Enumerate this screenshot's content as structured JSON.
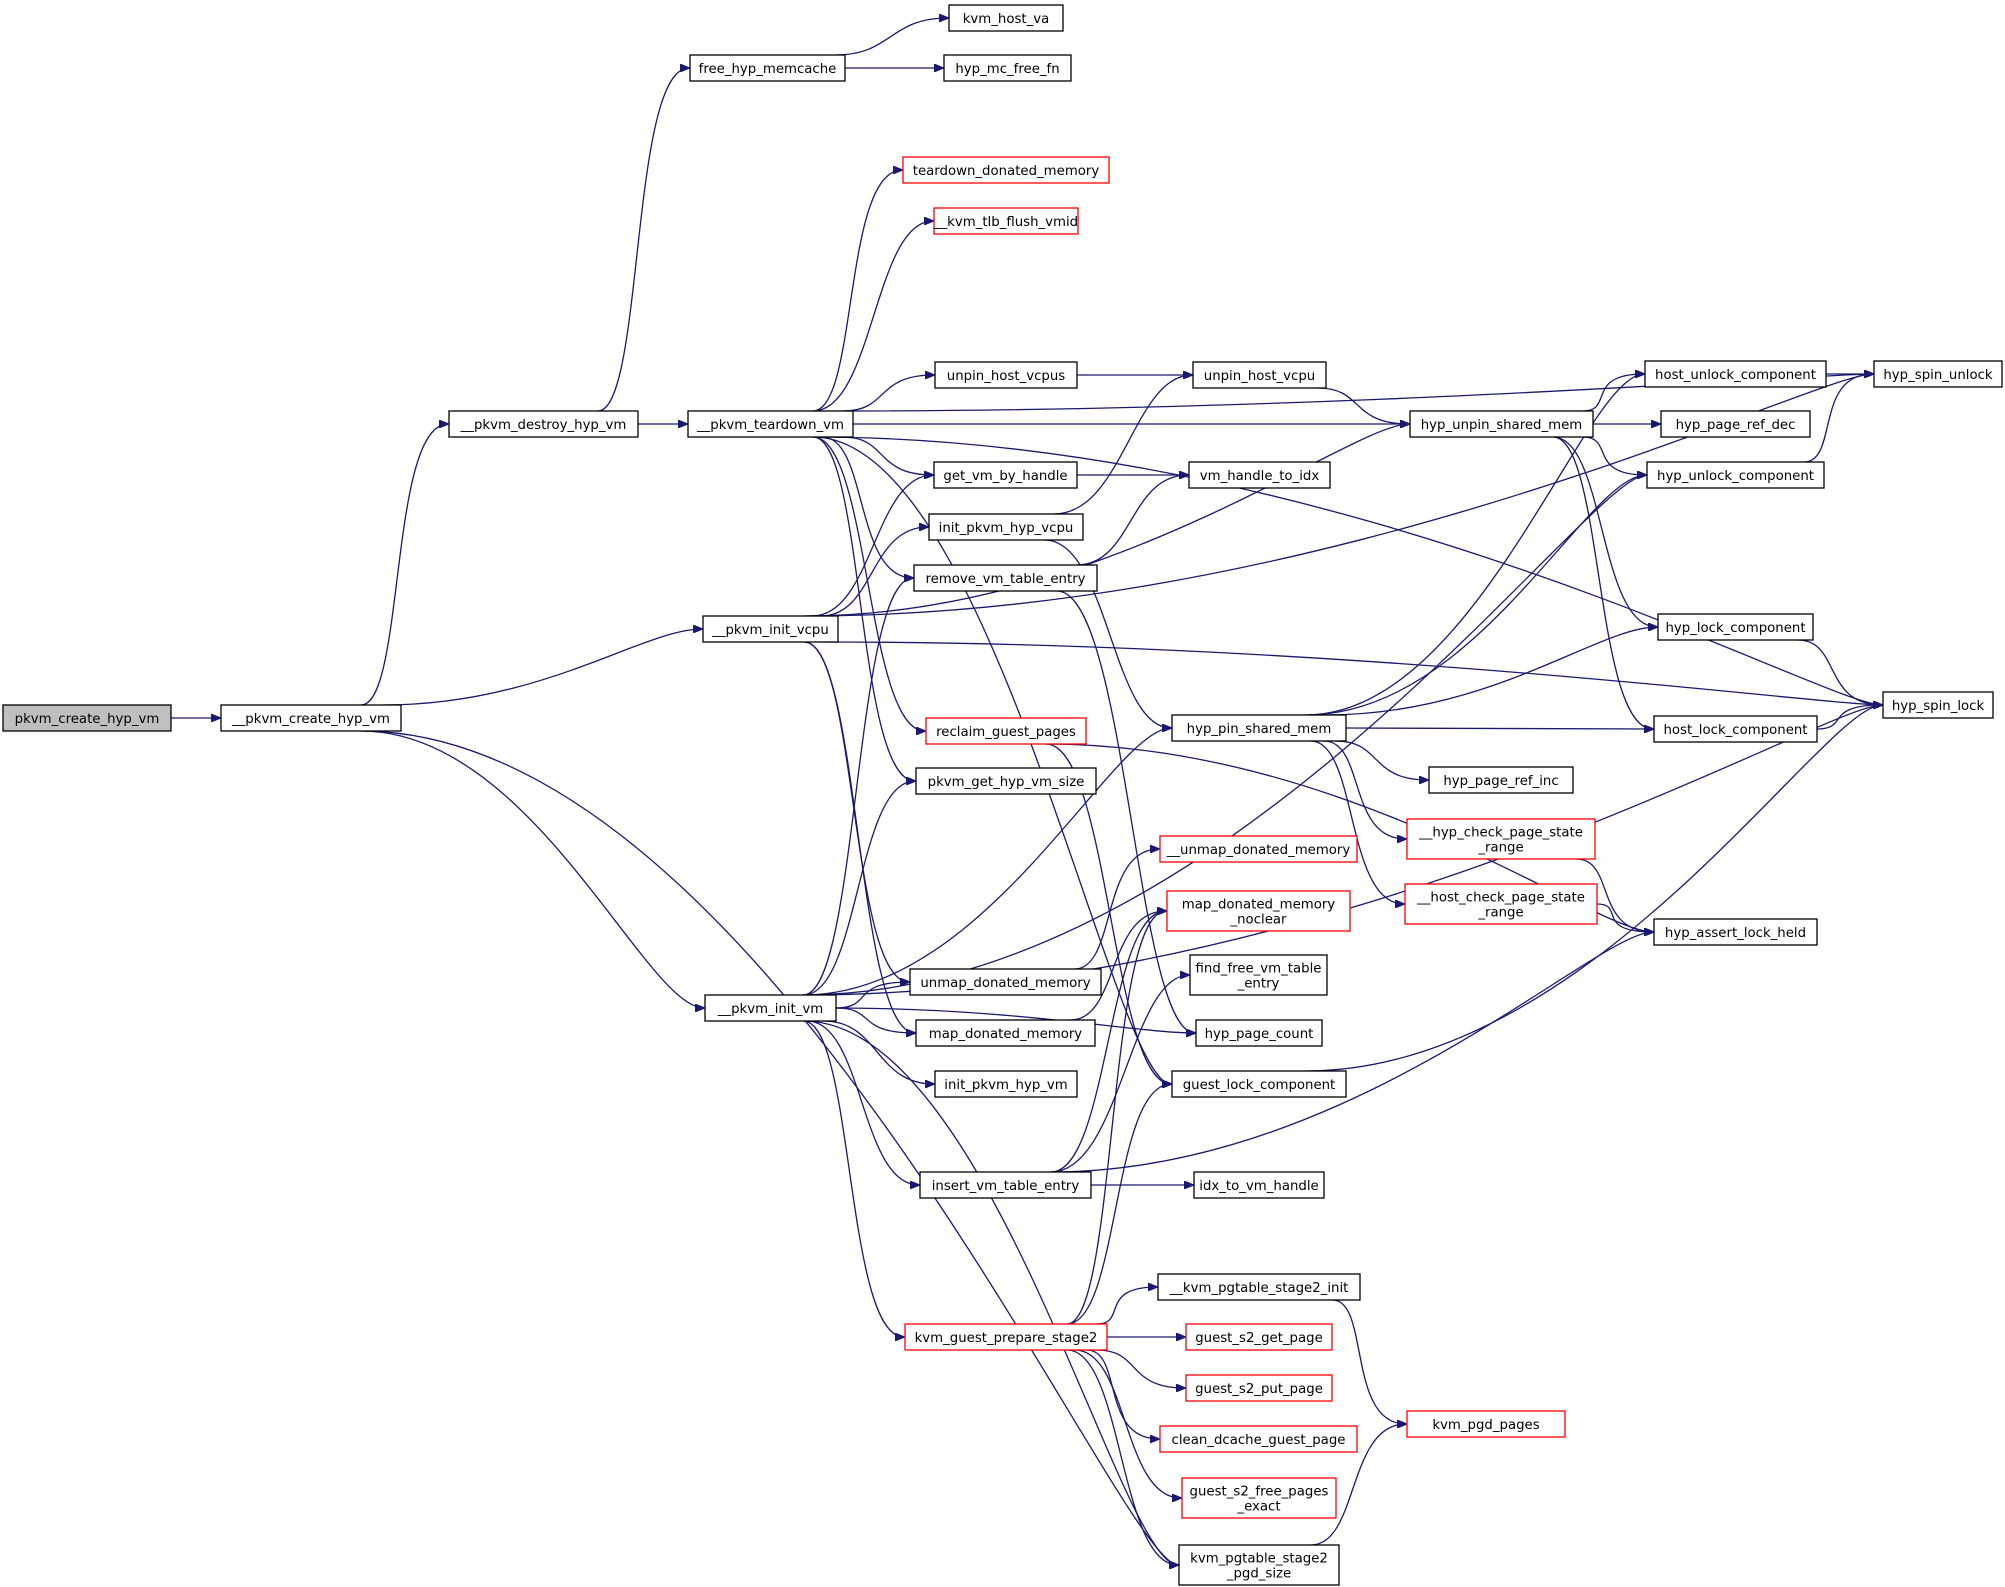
{
  "graph": {
    "edge_color": "#191970",
    "missing_border_color": "#ff0000",
    "root_fill_color": "#bfbfbf",
    "nodes": [
      {
        "id": "root",
        "lines": [
          "pkvm_create_hyp_vm"
        ],
        "style": "root"
      },
      {
        "id": "n_create",
        "lines": [
          "__pkvm_create_hyp_vm"
        ],
        "style": "normal"
      },
      {
        "id": "n_destroy",
        "lines": [
          "__pkvm_destroy_hyp_vm"
        ],
        "style": "normal"
      },
      {
        "id": "n_init_vcpu",
        "lines": [
          "__pkvm_init_vcpu"
        ],
        "style": "normal"
      },
      {
        "id": "n_init_vm",
        "lines": [
          "__pkvm_init_vm"
        ],
        "style": "normal"
      },
      {
        "id": "n_free_memcache",
        "lines": [
          "free_hyp_memcache"
        ],
        "style": "normal"
      },
      {
        "id": "n_host_va",
        "lines": [
          "kvm_host_va"
        ],
        "style": "normal"
      },
      {
        "id": "n_mc_free",
        "lines": [
          "hyp_mc_free_fn"
        ],
        "style": "normal"
      },
      {
        "id": "n_teardown_vm",
        "lines": [
          "__pkvm_teardown_vm"
        ],
        "style": "normal"
      },
      {
        "id": "n_teardown_donated",
        "lines": [
          "teardown_donated_memory"
        ],
        "style": "missing"
      },
      {
        "id": "n_tlb_flush",
        "lines": [
          "__kvm_tlb_flush_vmid"
        ],
        "style": "missing"
      },
      {
        "id": "n_unpin_vcpus",
        "lines": [
          "unpin_host_vcpus"
        ],
        "style": "normal"
      },
      {
        "id": "n_unpin_vcpu",
        "lines": [
          "unpin_host_vcpu"
        ],
        "style": "normal"
      },
      {
        "id": "n_get_vm",
        "lines": [
          "get_vm_by_handle"
        ],
        "style": "normal"
      },
      {
        "id": "n_vm_handle_idx",
        "lines": [
          "vm_handle_to_idx"
        ],
        "style": "normal"
      },
      {
        "id": "n_init_hyp_vcpu",
        "lines": [
          "init_pkvm_hyp_vcpu"
        ],
        "style": "normal"
      },
      {
        "id": "n_remove_entry",
        "lines": [
          "remove_vm_table_entry"
        ],
        "style": "normal"
      },
      {
        "id": "n_reclaim",
        "lines": [
          "reclaim_guest_pages"
        ],
        "style": "missing"
      },
      {
        "id": "n_vm_size",
        "lines": [
          "pkvm_get_hyp_vm_size"
        ],
        "style": "normal"
      },
      {
        "id": "n_unmap_donated",
        "lines": [
          "unmap_donated_memory"
        ],
        "style": "normal"
      },
      {
        "id": "n_map_donated",
        "lines": [
          "map_donated_memory"
        ],
        "style": "normal"
      },
      {
        "id": "n_init_hyp_vm",
        "lines": [
          "init_pkvm_hyp_vm"
        ],
        "style": "normal"
      },
      {
        "id": "n_insert_entry",
        "lines": [
          "insert_vm_table_entry"
        ],
        "style": "normal"
      },
      {
        "id": "n_prepare_stage2",
        "lines": [
          "kvm_guest_prepare_stage2"
        ],
        "style": "missing"
      },
      {
        "id": "n_unmap_donated_raw",
        "lines": [
          "__unmap_donated_memory"
        ],
        "style": "missing"
      },
      {
        "id": "n_map_noclear",
        "lines": [
          "map_donated_memory",
          "_noclear"
        ],
        "style": "missing"
      },
      {
        "id": "n_find_free",
        "lines": [
          "find_free_vm_table",
          "_entry"
        ],
        "style": "normal"
      },
      {
        "id": "n_page_count",
        "lines": [
          "hyp_page_count"
        ],
        "style": "normal"
      },
      {
        "id": "n_guest_lock",
        "lines": [
          "guest_lock_component"
        ],
        "style": "normal"
      },
      {
        "id": "n_idx_handle",
        "lines": [
          "idx_to_vm_handle"
        ],
        "style": "normal"
      },
      {
        "id": "n_pgtable_init",
        "lines": [
          "__kvm_pgtable_stage2_init"
        ],
        "style": "normal"
      },
      {
        "id": "n_s2_get",
        "lines": [
          "guest_s2_get_page"
        ],
        "style": "missing"
      },
      {
        "id": "n_s2_put",
        "lines": [
          "guest_s2_put_page"
        ],
        "style": "missing"
      },
      {
        "id": "n_clean_dcache",
        "lines": [
          "clean_dcache_guest_page"
        ],
        "style": "missing"
      },
      {
        "id": "n_s2_free",
        "lines": [
          "guest_s2_free_pages",
          "_exact"
        ],
        "style": "missing"
      },
      {
        "id": "n_pgd_size",
        "lines": [
          "kvm_pgtable_stage2",
          "_pgd_size"
        ],
        "style": "normal"
      },
      {
        "id": "n_pin_shared",
        "lines": [
          "hyp_pin_shared_mem"
        ],
        "style": "normal"
      },
      {
        "id": "n_unpin_shared",
        "lines": [
          "hyp_unpin_shared_mem"
        ],
        "style": "normal"
      },
      {
        "id": "n_ref_inc",
        "lines": [
          "hyp_page_ref_inc"
        ],
        "style": "normal"
      },
      {
        "id": "n_hyp_check",
        "lines": [
          "__hyp_check_page_state",
          "_range"
        ],
        "style": "missing"
      },
      {
        "id": "n_host_check",
        "lines": [
          "__host_check_page_state",
          "_range"
        ],
        "style": "missing"
      },
      {
        "id": "n_pgd_pages",
        "lines": [
          "kvm_pgd_pages"
        ],
        "style": "missing"
      },
      {
        "id": "n_host_unlock",
        "lines": [
          "host_unlock_component"
        ],
        "style": "normal"
      },
      {
        "id": "n_ref_dec",
        "lines": [
          "hyp_page_ref_dec"
        ],
        "style": "normal"
      },
      {
        "id": "n_hyp_unlock",
        "lines": [
          "hyp_unlock_component"
        ],
        "style": "normal"
      },
      {
        "id": "n_hyp_lock",
        "lines": [
          "hyp_lock_component"
        ],
        "style": "normal"
      },
      {
        "id": "n_host_lock",
        "lines": [
          "host_lock_component"
        ],
        "style": "normal"
      },
      {
        "id": "n_assert_lock",
        "lines": [
          "hyp_assert_lock_held"
        ],
        "style": "normal"
      },
      {
        "id": "n_spin_unlock",
        "lines": [
          "hyp_spin_unlock"
        ],
        "style": "normal"
      },
      {
        "id": "n_spin_lock",
        "lines": [
          "hyp_spin_lock"
        ],
        "style": "normal"
      }
    ],
    "edges": [
      [
        "root",
        "n_create"
      ],
      [
        "n_create",
        "n_destroy"
      ],
      [
        "n_create",
        "n_init_vcpu"
      ],
      [
        "n_create",
        "n_init_vm"
      ],
      [
        "n_create",
        "n_pgd_size"
      ],
      [
        "n_destroy",
        "n_free_memcache"
      ],
      [
        "n_destroy",
        "n_teardown_vm"
      ],
      [
        "n_free_memcache",
        "n_host_va"
      ],
      [
        "n_free_memcache",
        "n_mc_free"
      ],
      [
        "n_teardown_vm",
        "n_spin_unlock"
      ],
      [
        "n_teardown_vm",
        "n_teardown_donated"
      ],
      [
        "n_teardown_vm",
        "n_tlb_flush"
      ],
      [
        "n_teardown_vm",
        "n_unpin_vcpus"
      ],
      [
        "n_teardown_vm",
        "n_get_vm"
      ],
      [
        "n_teardown_vm",
        "n_remove_entry"
      ],
      [
        "n_teardown_vm",
        "n_reclaim"
      ],
      [
        "n_teardown_vm",
        "n_vm_size"
      ],
      [
        "n_teardown_vm",
        "n_spin_lock"
      ],
      [
        "n_teardown_vm",
        "n_unpin_shared"
      ],
      [
        "n_teardown_vm",
        "n_guest_lock"
      ],
      [
        "n_unpin_vcpus",
        "n_unpin_vcpu"
      ],
      [
        "n_unpin_vcpu",
        "n_unpin_shared"
      ],
      [
        "n_get_vm",
        "n_vm_handle_idx"
      ],
      [
        "n_init_hyp_vcpu",
        "n_unpin_vcpu"
      ],
      [
        "n_init_hyp_vcpu",
        "n_pin_shared"
      ],
      [
        "n_remove_entry",
        "n_vm_handle_idx"
      ],
      [
        "n_remove_entry",
        "n_page_count"
      ],
      [
        "n_init_vcpu",
        "n_init_hyp_vcpu"
      ],
      [
        "n_init_vcpu",
        "n_get_vm"
      ],
      [
        "n_init_vcpu",
        "n_spin_unlock"
      ],
      [
        "n_init_vcpu",
        "n_spin_lock"
      ],
      [
        "n_init_vcpu",
        "n_unmap_donated"
      ],
      [
        "n_init_vcpu",
        "n_map_donated"
      ],
      [
        "n_init_vcpu",
        "n_unpin_shared"
      ],
      [
        "n_init_vm",
        "n_remove_entry"
      ],
      [
        "n_init_vm",
        "n_vm_size"
      ],
      [
        "n_init_vm",
        "n_unmap_donated"
      ],
      [
        "n_init_vm",
        "n_map_donated"
      ],
      [
        "n_init_vm",
        "n_init_hyp_vm"
      ],
      [
        "n_init_vm",
        "n_insert_entry"
      ],
      [
        "n_init_vm",
        "n_prepare_stage2"
      ],
      [
        "n_init_vm",
        "n_pgd_size"
      ],
      [
        "n_init_vm",
        "n_pin_shared"
      ],
      [
        "n_init_vm",
        "n_hyp_unlock"
      ],
      [
        "n_init_vm",
        "n_page_count"
      ],
      [
        "n_init_vm",
        "n_spin_lock"
      ],
      [
        "n_unmap_donated",
        "n_unmap_donated_raw"
      ],
      [
        "n_map_donated",
        "n_map_noclear"
      ],
      [
        "n_insert_entry",
        "n_idx_handle"
      ],
      [
        "n_insert_entry",
        "n_find_free"
      ],
      [
        "n_insert_entry",
        "n_assert_lock"
      ],
      [
        "n_insert_entry",
        "n_map_noclear"
      ],
      [
        "n_prepare_stage2",
        "n_pgtable_init"
      ],
      [
        "n_prepare_stage2",
        "n_s2_get"
      ],
      [
        "n_prepare_stage2",
        "n_s2_put"
      ],
      [
        "n_prepare_stage2",
        "n_clean_dcache"
      ],
      [
        "n_prepare_stage2",
        "n_s2_free"
      ],
      [
        "n_prepare_stage2",
        "n_pgd_size"
      ],
      [
        "n_prepare_stage2",
        "n_guest_lock"
      ],
      [
        "n_prepare_stage2",
        "n_map_noclear"
      ],
      [
        "n_reclaim",
        "n_assert_lock"
      ],
      [
        "n_reclaim",
        "n_guest_lock"
      ],
      [
        "n_pgtable_init",
        "n_pgd_pages"
      ],
      [
        "n_pgd_size",
        "n_pgd_pages"
      ],
      [
        "n_guest_lock",
        "n_spin_lock"
      ],
      [
        "n_pin_shared",
        "n_ref_inc"
      ],
      [
        "n_pin_shared",
        "n_hyp_check"
      ],
      [
        "n_pin_shared",
        "n_host_check"
      ],
      [
        "n_pin_shared",
        "n_hyp_lock"
      ],
      [
        "n_pin_shared",
        "n_host_lock"
      ],
      [
        "n_pin_shared",
        "n_host_unlock"
      ],
      [
        "n_pin_shared",
        "n_hyp_unlock"
      ],
      [
        "n_unpin_shared",
        "n_host_unlock"
      ],
      [
        "n_unpin_shared",
        "n_ref_dec"
      ],
      [
        "n_unpin_shared",
        "n_hyp_unlock"
      ],
      [
        "n_unpin_shared",
        "n_hyp_lock"
      ],
      [
        "n_unpin_shared",
        "n_host_lock"
      ],
      [
        "n_hyp_check",
        "n_assert_lock"
      ],
      [
        "n_host_check",
        "n_assert_lock"
      ],
      [
        "n_host_unlock",
        "n_spin_unlock"
      ],
      [
        "n_hyp_unlock",
        "n_spin_unlock"
      ],
      [
        "n_hyp_lock",
        "n_spin_lock"
      ],
      [
        "n_host_lock",
        "n_spin_lock"
      ]
    ]
  }
}
